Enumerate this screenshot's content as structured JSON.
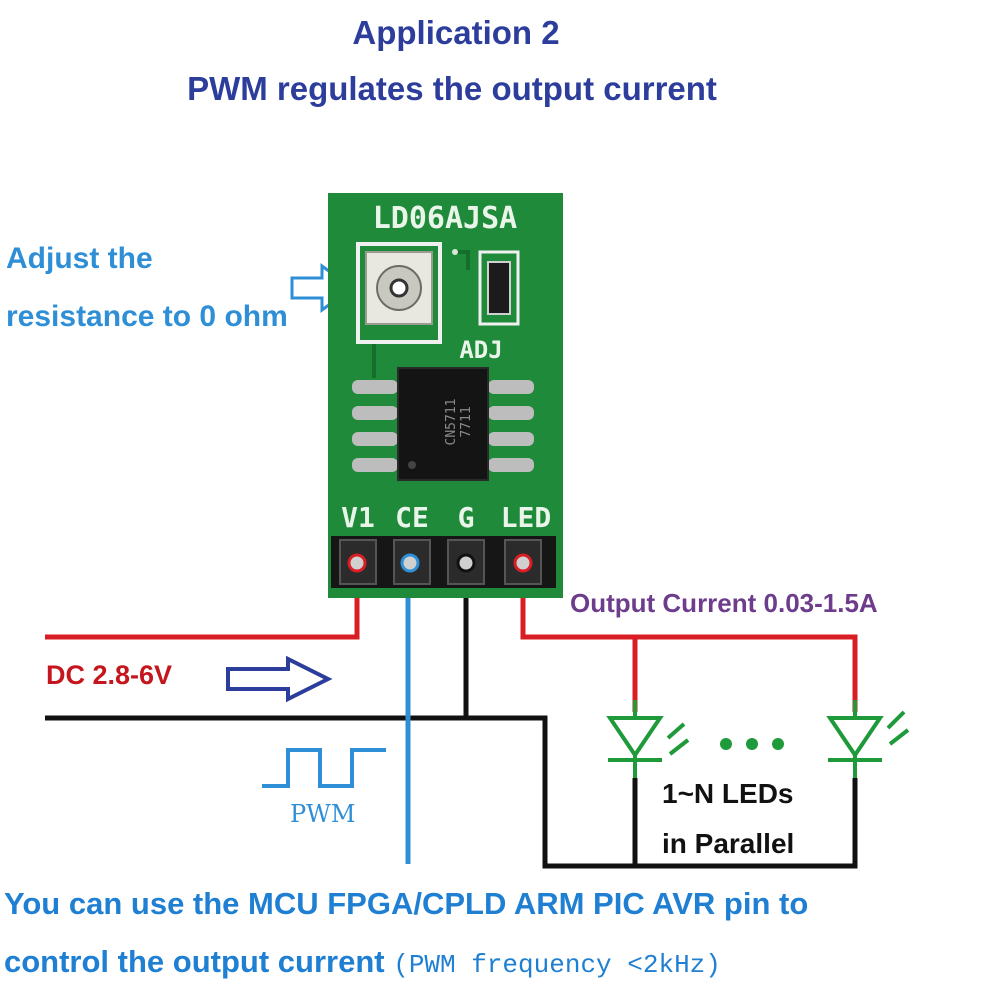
{
  "title": {
    "line1": "Application 2",
    "line2": "PWM regulates the output current"
  },
  "board": {
    "model_label": "LD06AJSA",
    "adj_label": "ADJ",
    "chip_marking_line1": "CN5711",
    "chip_marking_line2": "7711",
    "pins": [
      "V1",
      "CE",
      "G",
      "LED"
    ],
    "color": "#1f8a3a"
  },
  "annotations": {
    "adjust_line1": "Adjust the",
    "adjust_line2": "resistance to 0 ohm",
    "input_voltage": "DC 2.8-6V",
    "output_current": "Output Current 0.03-1.5A",
    "leds_line1": "1~N LEDs",
    "leds_line2": "in Parallel",
    "pwm_label": "PWM",
    "ellipsis": "• • •"
  },
  "footer": {
    "line1": "You can use the MCU FPGA/CPLD ARM PIC AVR  pin to",
    "line2": "control the output current",
    "line2_note": "(PWM frequency <2kHz)"
  },
  "colors": {
    "title": "#2c3d9c",
    "wire_positive": "#d81e24",
    "wire_ground": "#111111",
    "wire_control": "#2f8fd6",
    "led": "#1e9a3a",
    "output_text": "#6e3c8c",
    "input_text": "#c4161c"
  }
}
